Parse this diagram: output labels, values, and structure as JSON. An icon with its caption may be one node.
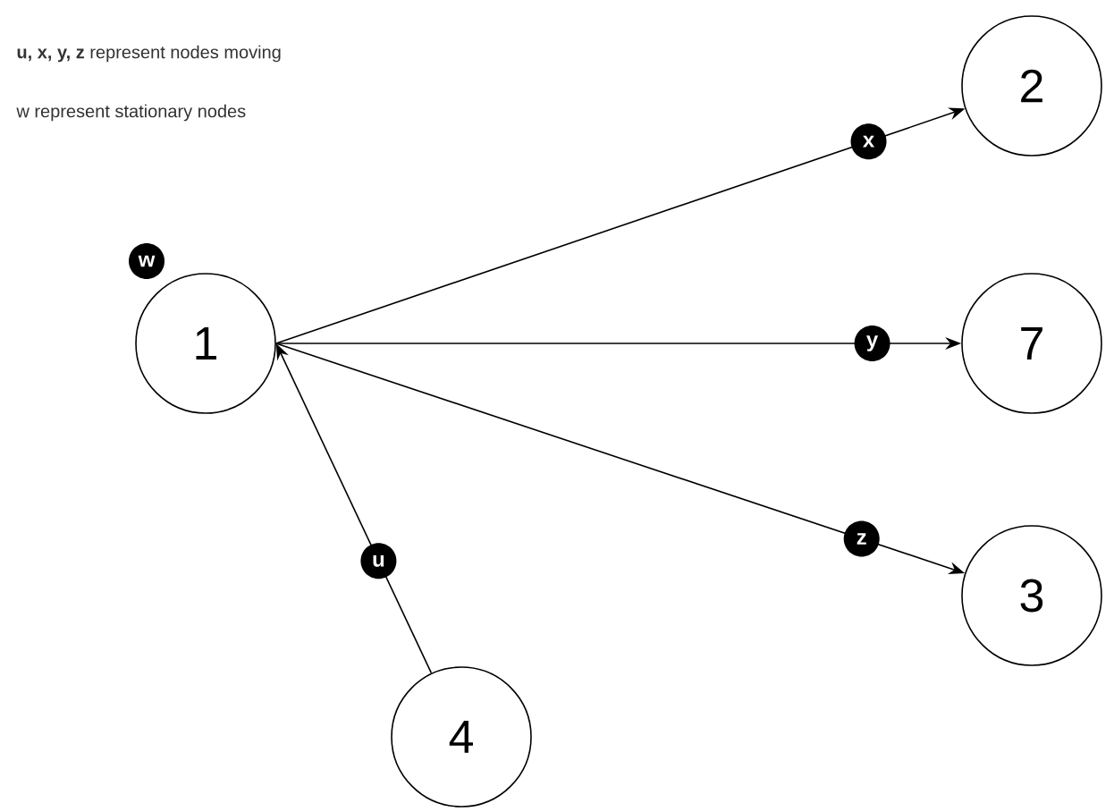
{
  "diagram": {
    "nodes": [
      {
        "text": [
          "1"
        ],
        "beside": [
          "w"
        ]
      },
      {
        "text": [
          "2"
        ]
      },
      {
        "text": [
          "7"
        ]
      },
      {
        "text": [
          "3"
        ]
      },
      {
        "text": [
          "4"
        ]
      }
    ],
    "edges": [
      {
        "from": 0,
        "to": 1,
        "arrow": "to",
        "label": "x"
      },
      {
        "from": 0,
        "to": 2,
        "arrow": "to",
        "label": "y"
      },
      {
        "from": 0,
        "to": 3,
        "arrow": "to",
        "label": "z"
      },
      {
        "from": 4,
        "to": 0,
        "arrow": "to",
        "label": "u"
      }
    ],
    "labels": [
      "**u, x, y, z** represent nodes moving",
      "w represent stationary nodes"
    ]
  }
}
